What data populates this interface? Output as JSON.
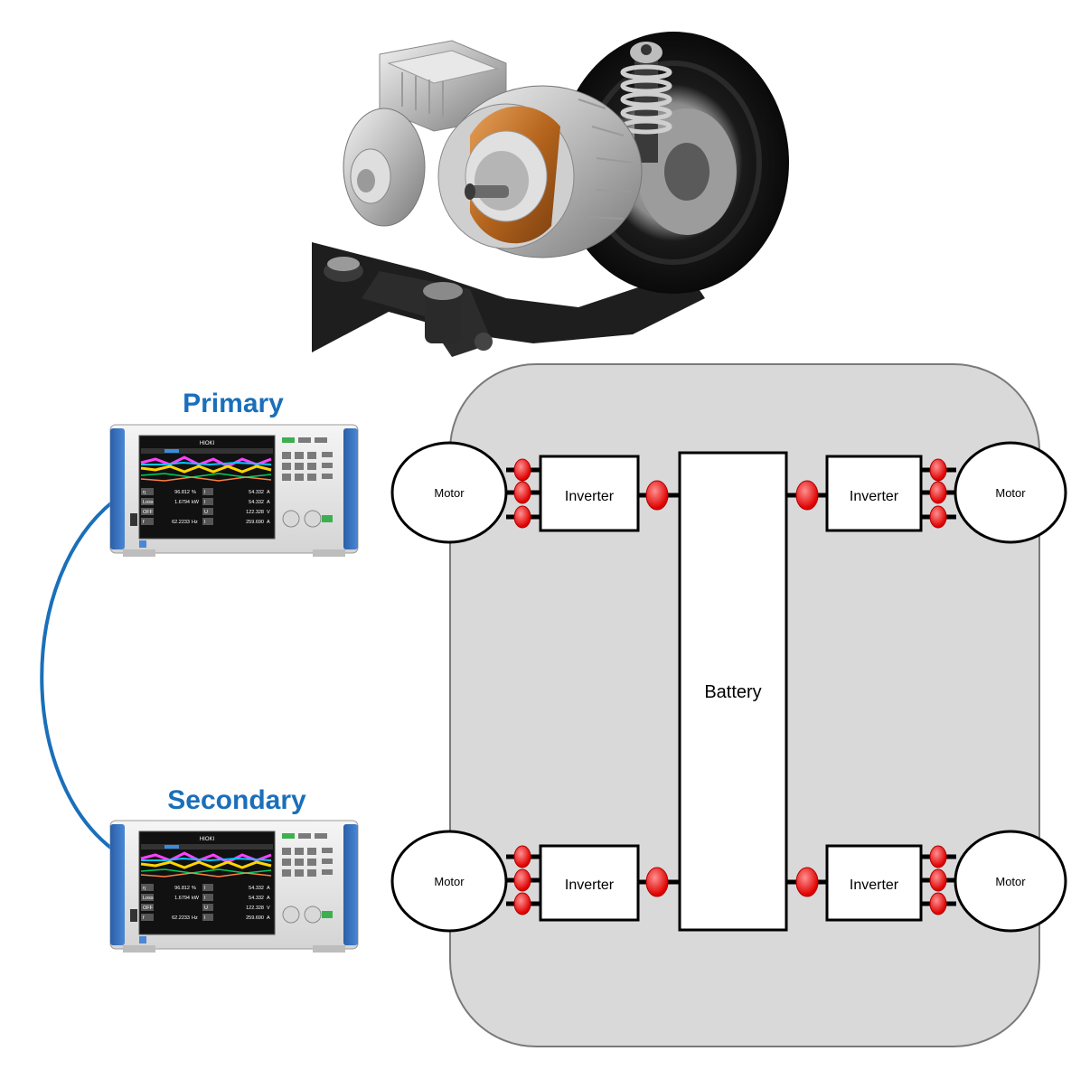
{
  "instruments": {
    "primary": {
      "title": "Primary",
      "brand": "HIOKI",
      "readings": [
        {
          "label": "η",
          "value": "96.812",
          "unit": "%",
          "r_label": "I",
          "r_value": "54.332",
          "r_unit": "A"
        },
        {
          "label": "Loss",
          "value": "1.6794",
          "unit": "kW",
          "r_label": "I",
          "r_value": "54.332",
          "r_unit": "A"
        },
        {
          "label": "OFF",
          "value": "",
          "unit": "",
          "r_label": "U",
          "r_value": "122.328",
          "r_unit": "V"
        },
        {
          "label": "f",
          "value": "62.2233",
          "unit": "Hz",
          "r_label": "I",
          "r_value": "259.690",
          "r_unit": "A"
        }
      ]
    },
    "secondary": {
      "title": "Secondary",
      "brand": "HIOKI",
      "readings": [
        {
          "label": "η",
          "value": "96.812",
          "unit": "%",
          "r_label": "I",
          "r_value": "54.332",
          "r_unit": "A"
        },
        {
          "label": "Loss",
          "value": "1.6794",
          "unit": "kW",
          "r_label": "I",
          "r_value": "54.332",
          "r_unit": "A"
        },
        {
          "label": "OFF",
          "value": "",
          "unit": "",
          "r_label": "U",
          "r_value": "122.328",
          "r_unit": "V"
        },
        {
          "label": "f",
          "value": "62.2233",
          "unit": "Hz",
          "r_label": "I",
          "r_value": "259.690",
          "r_unit": "A"
        }
      ]
    }
  },
  "diagram": {
    "battery": "Battery",
    "motor_tl": "Motor",
    "motor_tr": "Motor",
    "motor_bl": "Motor",
    "motor_br": "Motor",
    "inverter_tl": "Inverter",
    "inverter_tr": "Inverter",
    "inverter_bl": "Inverter",
    "inverter_br": "Inverter"
  },
  "colors": {
    "title_blue": "#1a6fba",
    "panel_gray": "#d9d9d9",
    "sensor_red": "#ff2020",
    "cable_blue": "#1a6fba"
  }
}
